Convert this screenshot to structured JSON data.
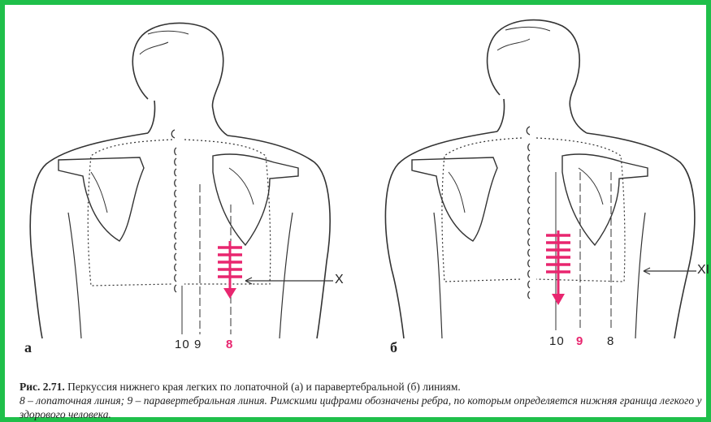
{
  "colors": {
    "frame": "#1fbf4a",
    "accent": "#e8266f",
    "ink": "#333333"
  },
  "panels": [
    {
      "letter": "а",
      "line_labels": [
        "10",
        "9",
        "8"
      ],
      "rib_label": "X"
    },
    {
      "letter": "б",
      "line_labels": [
        "10",
        "9",
        "8"
      ],
      "rib_label": "XI"
    }
  ],
  "caption": {
    "figure_number": "Рис. 2.71.",
    "title": "Перкуссия нижнего края легких по лопаточной (а) и паравертебральной (б) линиям.",
    "legend": "8 – лопаточная линия; 9 – паравертебральная линия. Римскими цифрами обозначены ребра, по которым определяется нижняя граница легкого у здорового человека."
  }
}
